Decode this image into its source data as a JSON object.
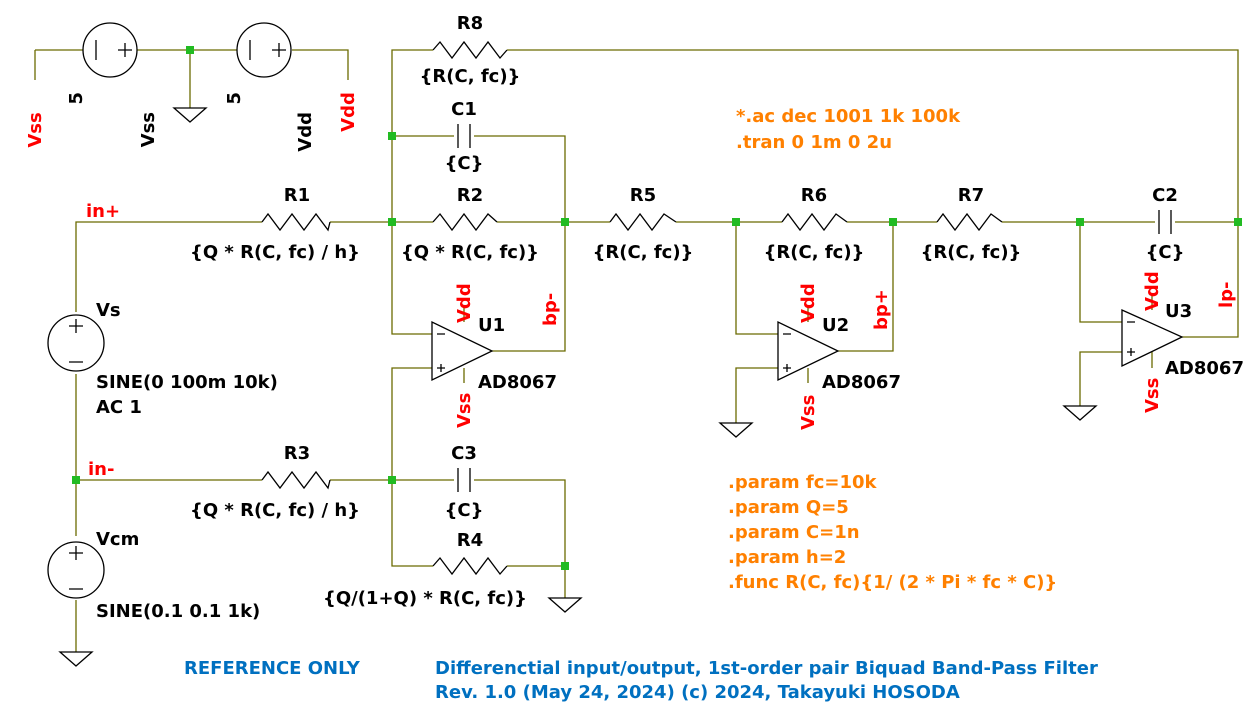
{
  "supplies": {
    "vss_src_value": "5",
    "vss_src_name": "Vss",
    "vdd_src_value": "5",
    "vdd_src_name": "Vdd",
    "vss_label": "Vss",
    "vdd_label": "Vdd"
  },
  "components": {
    "R8": {
      "name": "R8",
      "value": "{R(C, fc)}"
    },
    "C1": {
      "name": "C1",
      "value": "{C}"
    },
    "R1": {
      "name": "R1",
      "value": "{Q * R(C, fc) / h}"
    },
    "R2": {
      "name": "R2",
      "value": "{Q * R(C, fc)}"
    },
    "R5": {
      "name": "R5",
      "value": "{R(C, fc)}"
    },
    "R6": {
      "name": "R6",
      "value": "{R(C, fc)}"
    },
    "R7": {
      "name": "R7",
      "value": "{R(C, fc)}"
    },
    "C2": {
      "name": "C2",
      "value": "{C}"
    },
    "R3": {
      "name": "R3",
      "value": "{Q * R(C, fc) / h}"
    },
    "C3": {
      "name": "C3",
      "value": "{C}"
    },
    "R4": {
      "name": "R4",
      "value": "{Q/(1+Q) * R(C, fc)}"
    },
    "U1": {
      "name": "U1",
      "model": "AD8067"
    },
    "U2": {
      "name": "U2",
      "model": "AD8067"
    },
    "U3": {
      "name": "U3",
      "model": "AD8067"
    }
  },
  "sources": {
    "Vs": {
      "name": "Vs",
      "value1": "SINE(0 100m 10k)",
      "value2": "AC 1"
    },
    "Vcm": {
      "name": "Vcm",
      "value1": "SINE(0.1 0.1 1k)"
    }
  },
  "nets": {
    "in_plus": "in+",
    "in_minus": "in-",
    "bp_minus": "bp-",
    "bp_plus": "bp+",
    "lp_minus": "lp-",
    "vdd": "Vdd",
    "vss": "Vss"
  },
  "directives": {
    "ac": "*.ac dec 1001 1k 100k",
    "tran": ".tran 0 1m 0 2u",
    "params": [
      ".param fc=10k",
      ".param Q=5",
      ".param C=1n",
      ".param h=2",
      ".func R(C, fc){1/ (2 * Pi * fc * C)}"
    ]
  },
  "footer": {
    "reference": "REFERENCE ONLY",
    "title": "Differenctial input/output, 1st-order pair Biquad Band-Pass Filter",
    "revision": "Rev. 1.0 (May 24, 2024)  (c) 2024, Takayuki HOSODA"
  },
  "colors": {
    "wire": "#6b6b00",
    "node": "#22bb22",
    "net_label": "#ff0000",
    "directive": "#ff8000",
    "footer": "#0070c0"
  }
}
